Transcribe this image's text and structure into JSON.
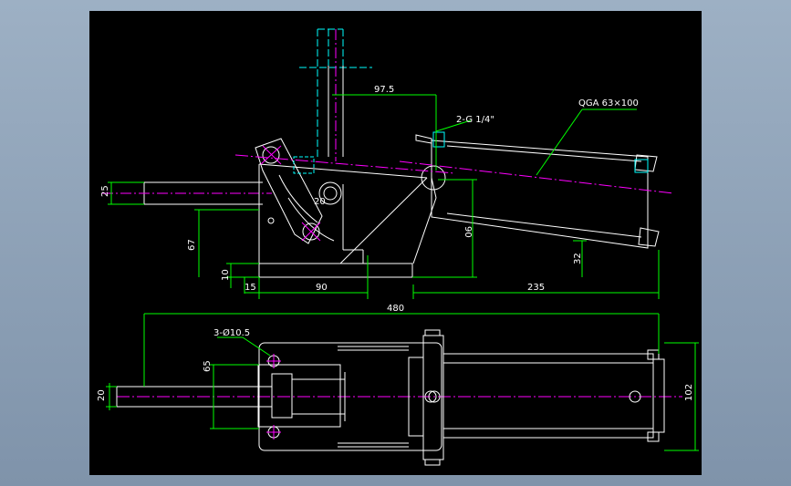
{
  "colors": {
    "background": "#000000",
    "outline": "#ffffff",
    "centerline": "#ff00ff",
    "dimension": "#00ff00",
    "hidden": "#00ffff",
    "dimension_text": "#ffffff"
  },
  "annotations": {
    "cylinder_label": "QGA 63×100",
    "port_label": "2-G 1/4\"",
    "hole_label": "3-Ø10.5"
  },
  "dimensions": {
    "d_97_5": "97.5",
    "d_25": "25",
    "d_67": "67",
    "d_10": "10",
    "d_15": "15",
    "d_90_horizontal": "90",
    "d_90_vertical": "90",
    "d_20_angle": "20",
    "d_32": "32",
    "d_235": "235",
    "d_480": "480",
    "d_65": "65",
    "d_20_bar": "20",
    "d_102": "102"
  }
}
